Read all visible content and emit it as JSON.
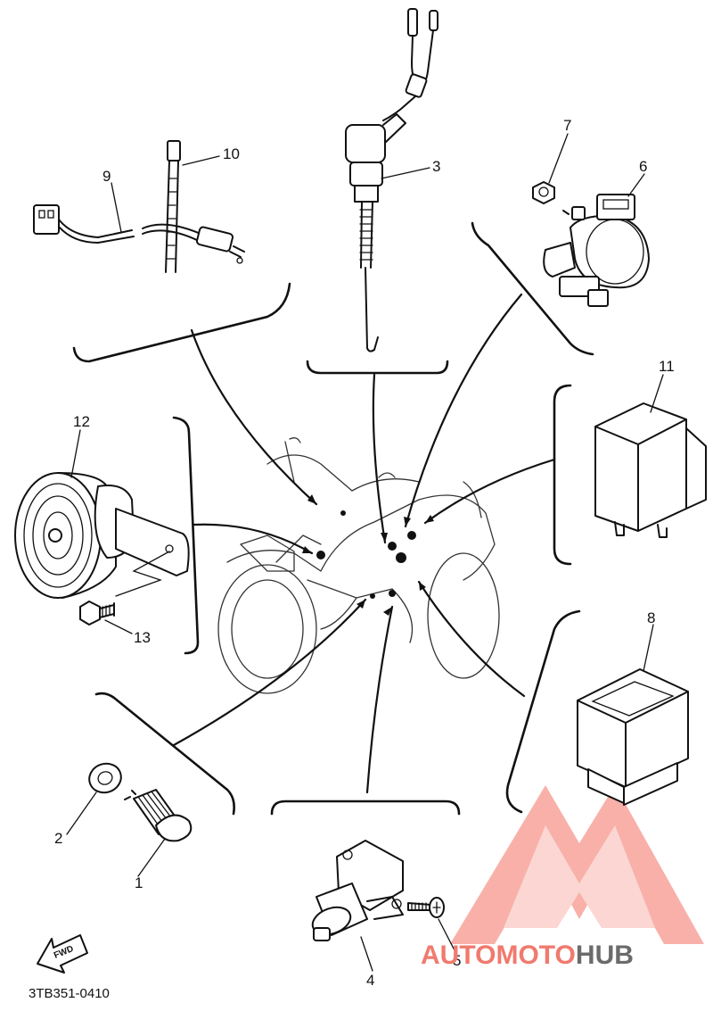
{
  "diagram_code": "3TB351-0410",
  "fwd_label": "FWD",
  "callouts": [
    {
      "id": "1",
      "label": "1"
    },
    {
      "id": "2",
      "label": "2"
    },
    {
      "id": "3",
      "label": "3"
    },
    {
      "id": "4",
      "label": "4"
    },
    {
      "id": "5",
      "label": "5"
    },
    {
      "id": "6",
      "label": "6"
    },
    {
      "id": "7",
      "label": "7"
    },
    {
      "id": "8",
      "label": "8"
    },
    {
      "id": "9",
      "label": "9"
    },
    {
      "id": "10",
      "label": "10"
    },
    {
      "id": "11",
      "label": "11"
    },
    {
      "id": "12",
      "label": "12"
    },
    {
      "id": "13",
      "label": "13"
    }
  ],
  "watermark": {
    "part_a": "AUTOMOTO",
    "part_b": "HUB",
    "color_a": "#f07a6e",
    "color_b": "#6b6b6b"
  }
}
